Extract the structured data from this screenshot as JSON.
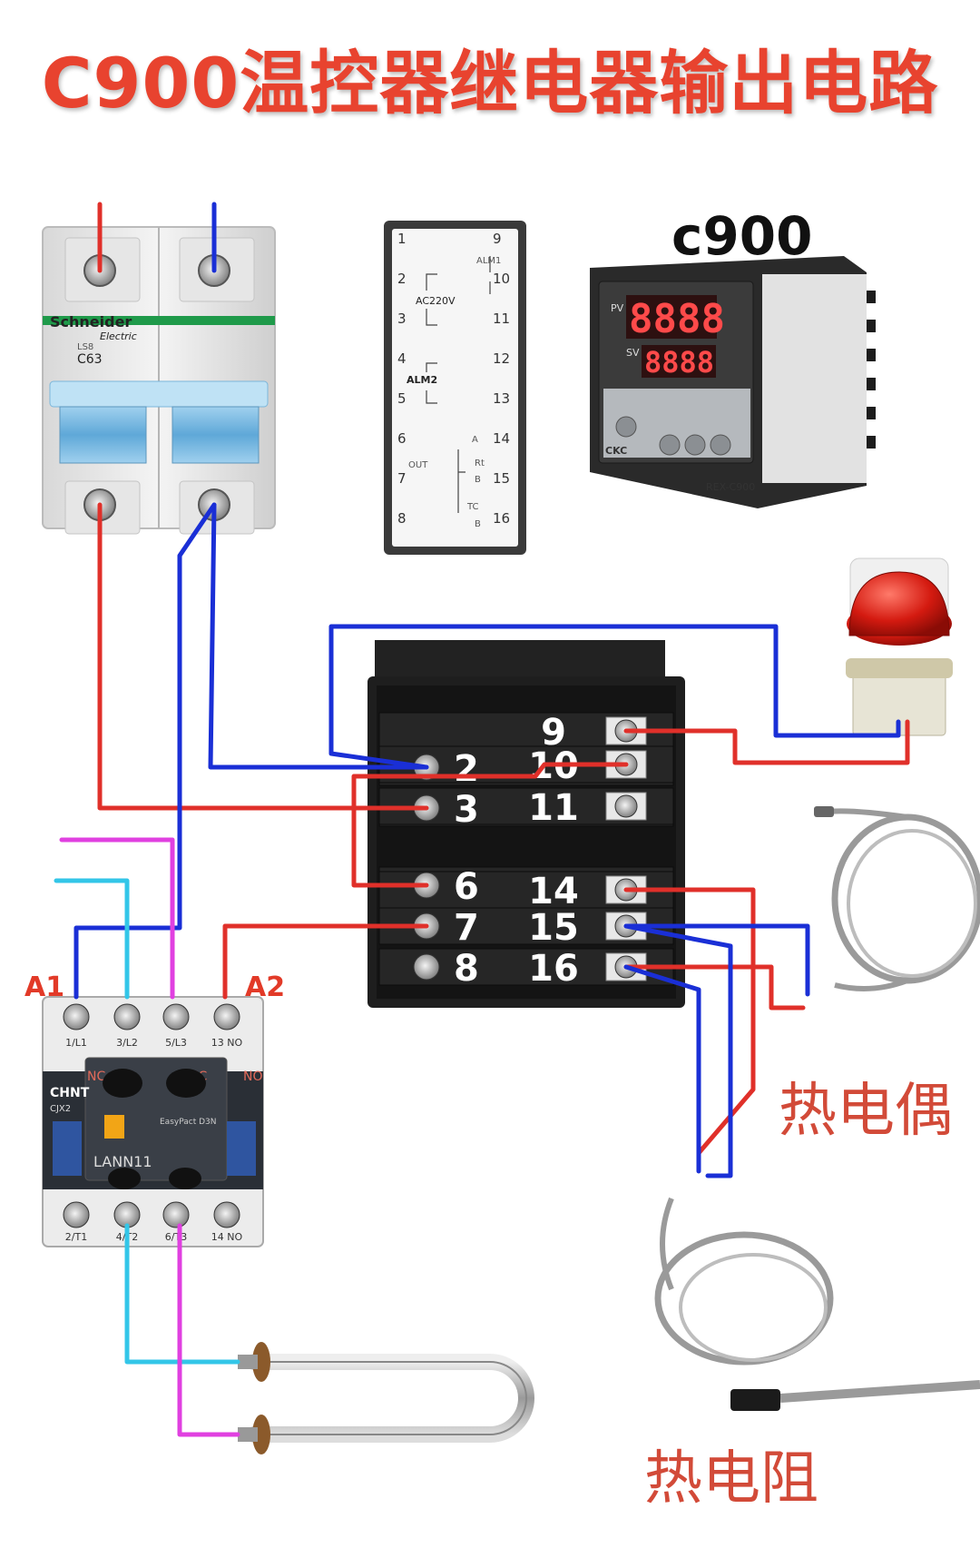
{
  "title": "C900温控器继电器输出电路",
  "controller_label": "c900",
  "breaker": {
    "brand": "Schneider",
    "brand_sub": "Electric",
    "model": "C63",
    "series": "LS8"
  },
  "wiring_label": {
    "pins_left": [
      "1",
      "2",
      "3",
      "4",
      "5",
      "6",
      "7",
      "8"
    ],
    "pins_right": [
      "9",
      "10",
      "11",
      "12",
      "13",
      "14",
      "15",
      "16"
    ],
    "alm1": "ALM1",
    "supply": "AC220V",
    "alm2": "ALM2",
    "out": "OUT",
    "rt": "Rt",
    "tc": "TC",
    "a": "A",
    "b1": "B",
    "b2": "B"
  },
  "controller_front": {
    "pv": "PV",
    "sv": "SV",
    "pv_display": "8888",
    "sv_display": "8888",
    "brand": "CKC",
    "model": "REX-C900"
  },
  "terminal_block": {
    "left": [
      "2",
      "3",
      "6",
      "7",
      "8"
    ],
    "right": [
      "9",
      "10",
      "11",
      "14",
      "15",
      "16"
    ]
  },
  "contactor": {
    "a1": "A1",
    "a2": "A2",
    "top_terminals": [
      "1/L1",
      "3/L2",
      "5/L3",
      "13 NO"
    ],
    "bottom_terminals": [
      "2/T1",
      "4/T2",
      "6/T3",
      "14 NO"
    ],
    "brand": "CHNT",
    "model": "CJX2",
    "aux_model": "LANN11",
    "aux_series": "EasyPact D3N",
    "nc": "NC",
    "no": "NO"
  },
  "labels": {
    "thermocouple": "热电偶",
    "rtd": "热电阻"
  },
  "colors": {
    "title": "#e8432f",
    "wire_red": "#e0302a",
    "wire_blue": "#1a2fd6",
    "wire_magenta": "#e040e0",
    "wire_cyan": "#33c6e8",
    "label_red": "#d24a38"
  }
}
